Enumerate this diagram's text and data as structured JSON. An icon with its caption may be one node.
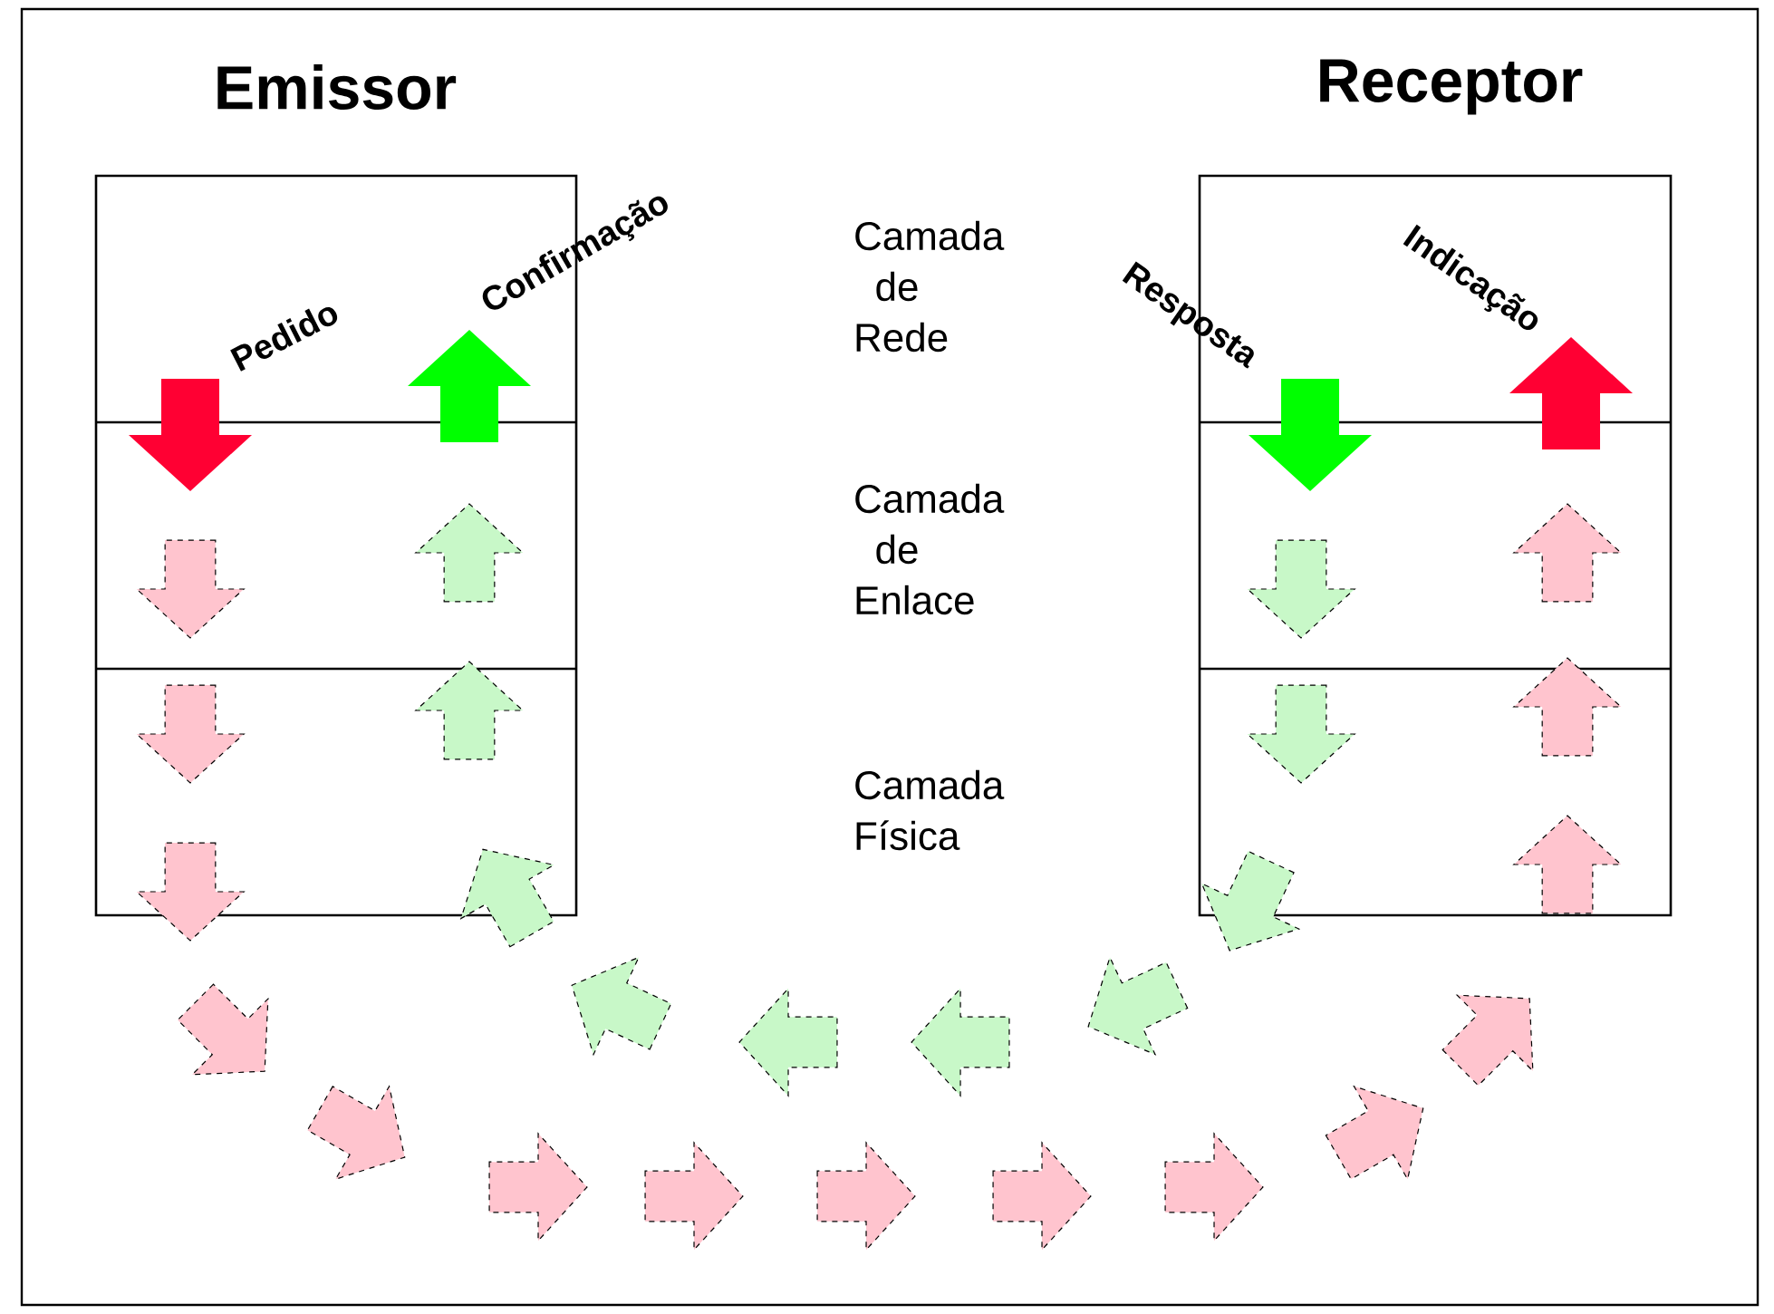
{
  "diagram": {
    "nodes": [
      {
        "text": [
          "Emissor"
        ]
      },
      {
        "text": [
          "Receptor"
        ]
      }
    ],
    "labels": [
      "Camada de Rede",
      "Camada de Enlace",
      "Camada Física",
      "Pedido",
      "Confirmação",
      "Resposta",
      "Indicação"
    ]
  }
}
